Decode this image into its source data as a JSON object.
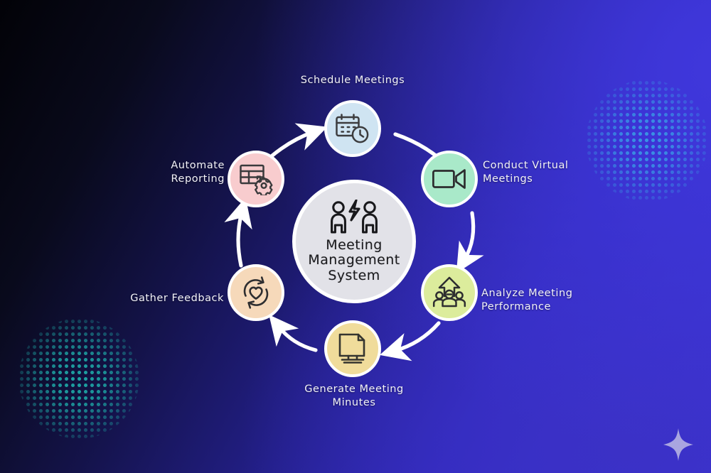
{
  "diagram": {
    "title": "Meeting Management System cycle diagram",
    "center": {
      "line1": "Meeting",
      "line2": "Management",
      "line3": "System",
      "text": "Meeting\nManagement\nSystem",
      "icon": "two-people-lightning-icon",
      "fill": "#e2e2e8",
      "ring": "#ffffff"
    },
    "nodes": [
      {
        "id": "schedule",
        "label": "Schedule Meetings",
        "icon": "calendar-clock-icon",
        "fill": "#cfe4f2",
        "ring": "#ffffff",
        "position": "top"
      },
      {
        "id": "conduct",
        "label": "Conduct Virtual\nMeetings",
        "icon": "video-camera-icon",
        "fill": "#a9e9c9",
        "ring": "#ffffff",
        "position": "top-right"
      },
      {
        "id": "analyze",
        "label": "Analyze Meeting\nPerformance",
        "icon": "people-growth-arrow-icon",
        "fill": "#dcec9c",
        "ring": "#ffffff",
        "position": "bottom-right"
      },
      {
        "id": "generate",
        "label": "Generate Meeting\nMinutes",
        "icon": "document-monitor-icon",
        "fill": "#f0dc9b",
        "ring": "#ffffff",
        "position": "bottom"
      },
      {
        "id": "feedback",
        "label": "Gather Feedback",
        "icon": "recycle-heart-icon",
        "fill": "#f6d9ba",
        "ring": "#ffffff",
        "position": "bottom-left"
      },
      {
        "id": "automate",
        "label": "Automate\nReporting",
        "icon": "table-gear-icon",
        "fill": "#f8ccce",
        "ring": "#ffffff",
        "position": "top-left"
      }
    ],
    "flow_direction": "clockwise",
    "arrow_color": "#ffffff",
    "arrow_count": 6
  },
  "decor": {
    "sparkle": "four-point-star-icon",
    "sparkle_color": "#a9a5e0",
    "halftone_top_right_color": "#39a8e8",
    "halftone_bottom_left_color": "#1ea8a6"
  },
  "background": {
    "from": "#020207",
    "mid": "#231f8a",
    "to": "#3c33d6"
  }
}
